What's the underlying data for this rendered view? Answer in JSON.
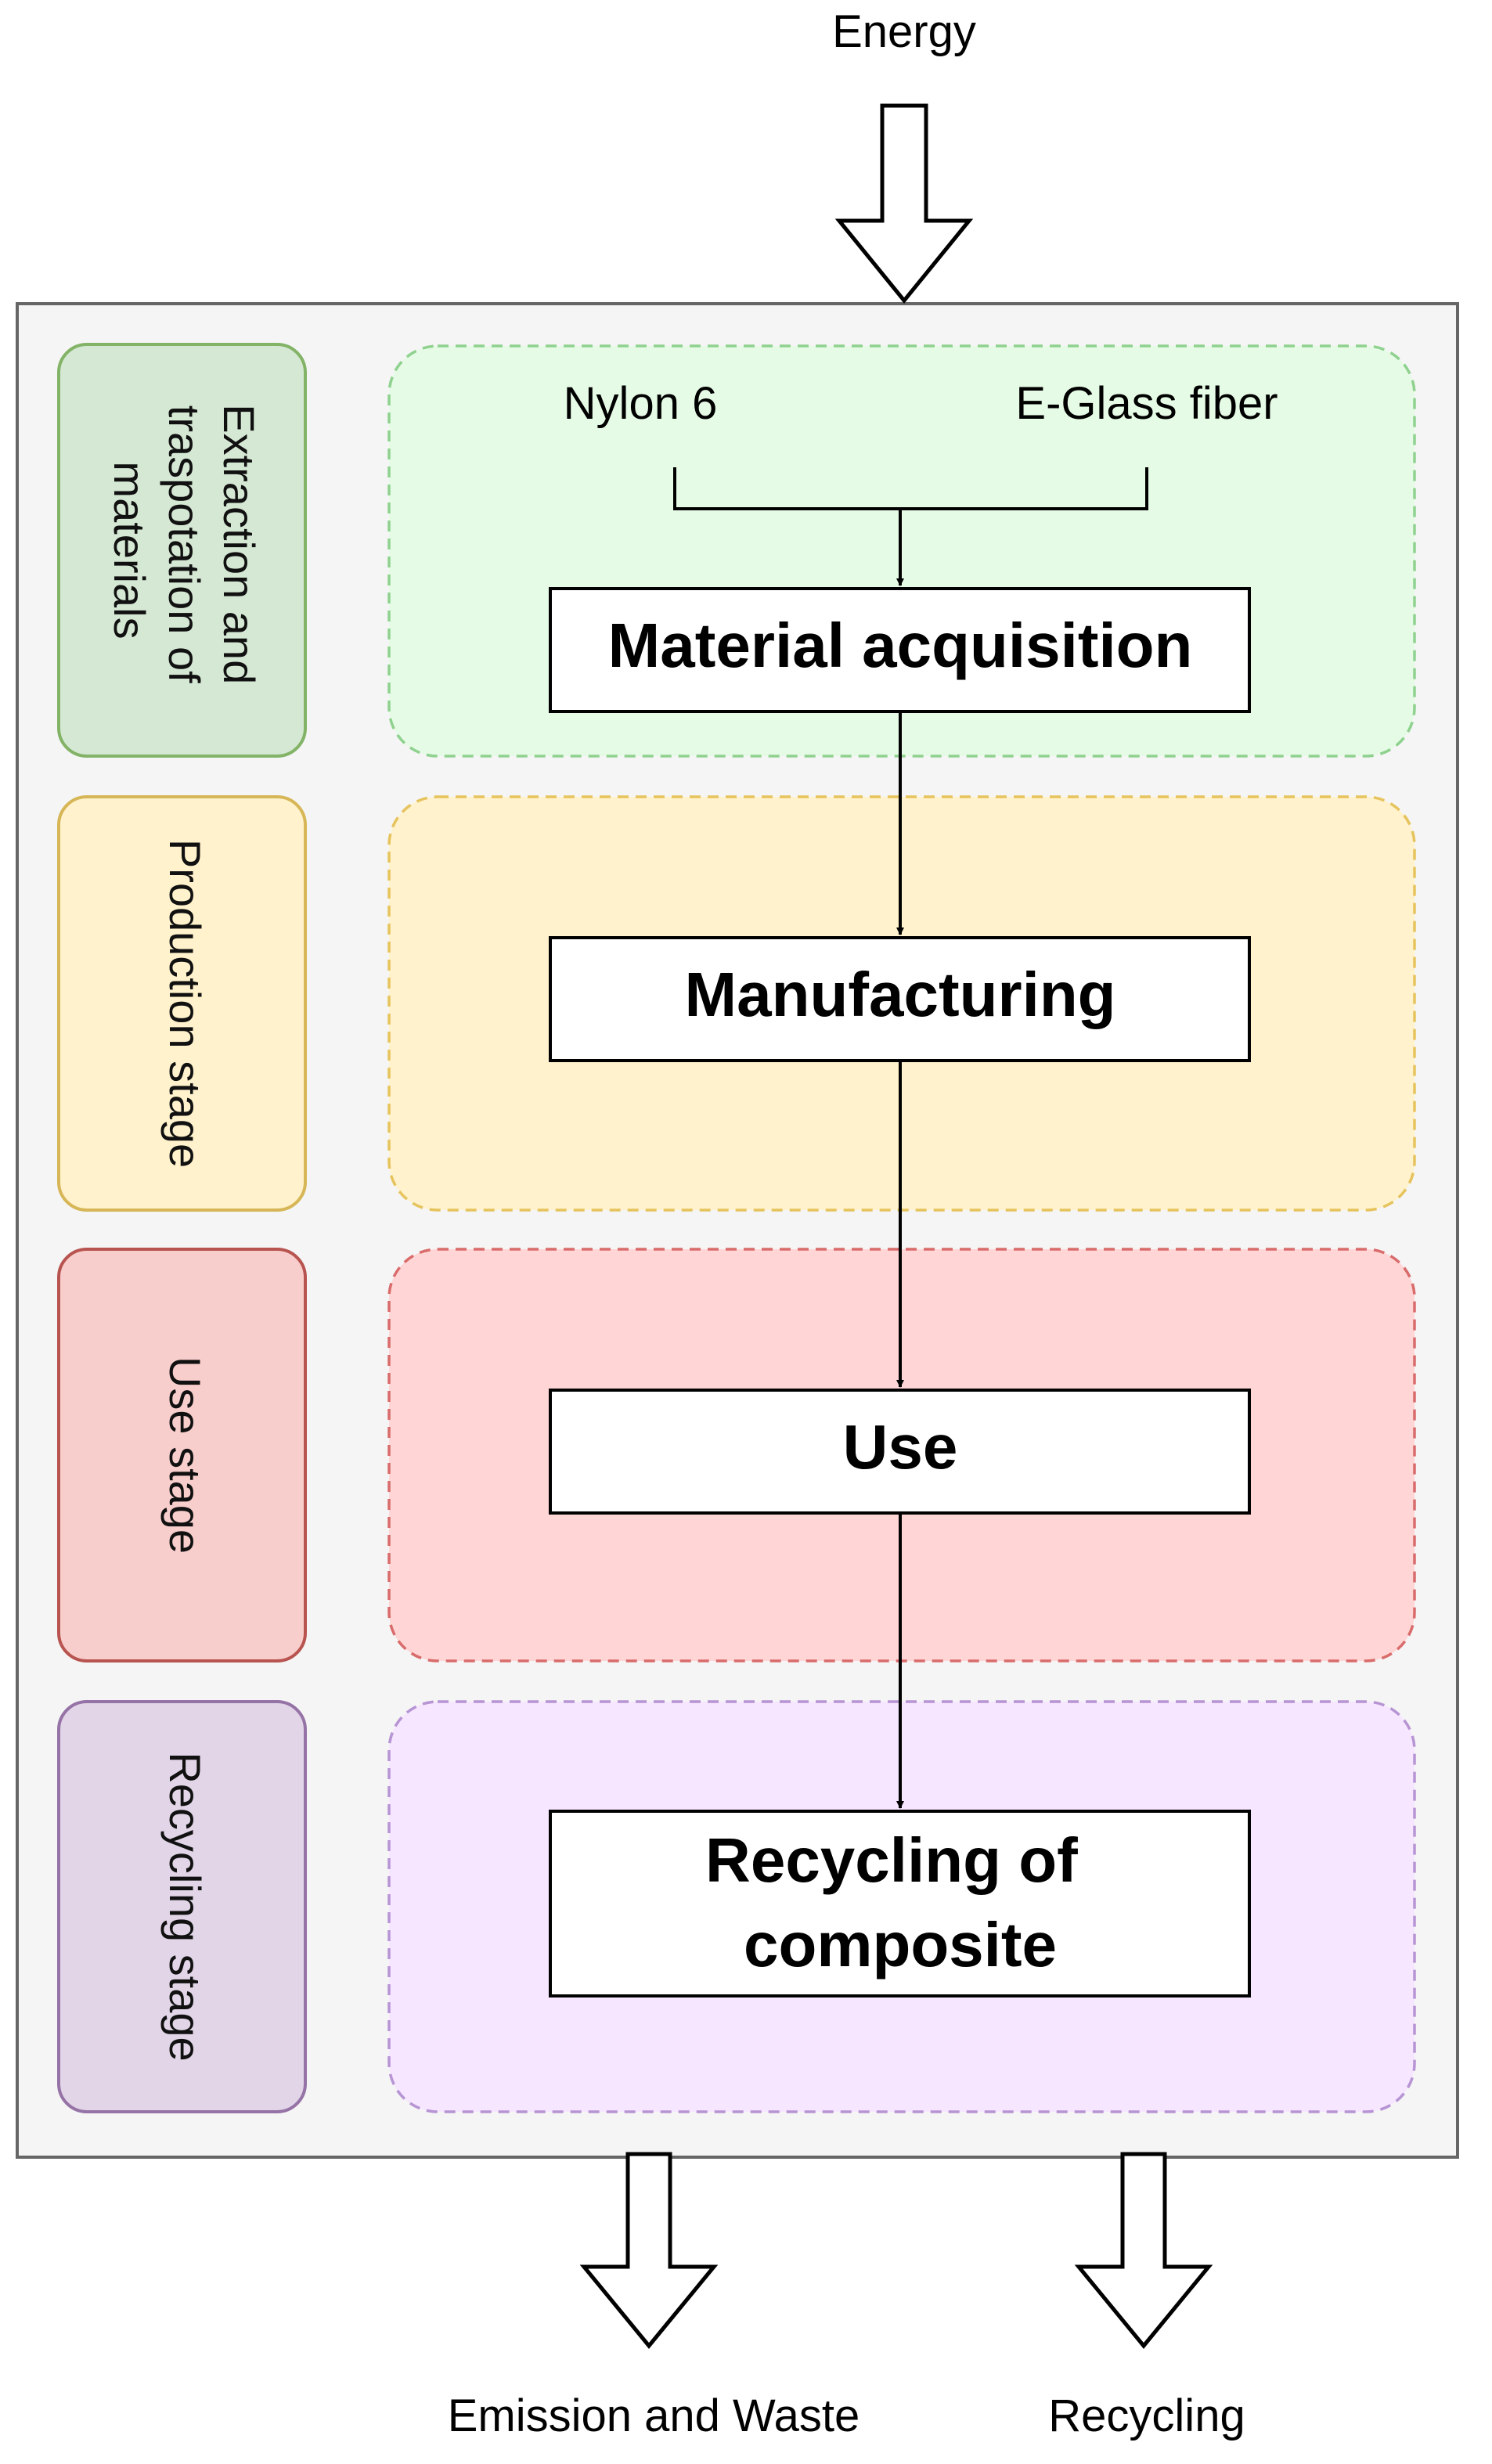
{
  "diagram": {
    "inputs": {
      "energy": "Energy"
    },
    "outputs": {
      "emission": "Emission and Waste",
      "recycling": "Recycling"
    },
    "materials": {
      "nylon": "Nylon 6",
      "glass": "E-Glass fiber"
    },
    "stages": [
      {
        "side_label_lines": [
          "Extraction and",
          "traspotation of",
          "materials"
        ],
        "process_lines": [
          "Material acquisition"
        ],
        "fill": "#e6fbe6",
        "border": "#8fd18f",
        "side_fill": "#d5e8d4",
        "side_border": "#82b366"
      },
      {
        "side_label_lines": [
          "Production stage"
        ],
        "process_lines": [
          "Manufacturing"
        ],
        "fill": "#fff2cc",
        "border": "#e6c35c",
        "side_fill": "#fff2cc",
        "side_border": "#d6b656"
      },
      {
        "side_label_lines": [
          "Use stage"
        ],
        "process_lines": [
          "Use"
        ],
        "fill": "#ffd5d5",
        "border": "#d96b6b",
        "side_fill": "#f8cecc",
        "side_border": "#b85450"
      },
      {
        "side_label_lines": [
          "Recycling stage"
        ],
        "process_lines": [
          "Recycling of",
          "composite"
        ],
        "fill": "#f6e6ff",
        "border": "#b794d4",
        "side_fill": "#e1d5e7",
        "side_border": "#9673a6"
      }
    ],
    "colors": {
      "system_fill": "#f5f5f5",
      "system_border": "#666666",
      "line": "#000000"
    }
  }
}
